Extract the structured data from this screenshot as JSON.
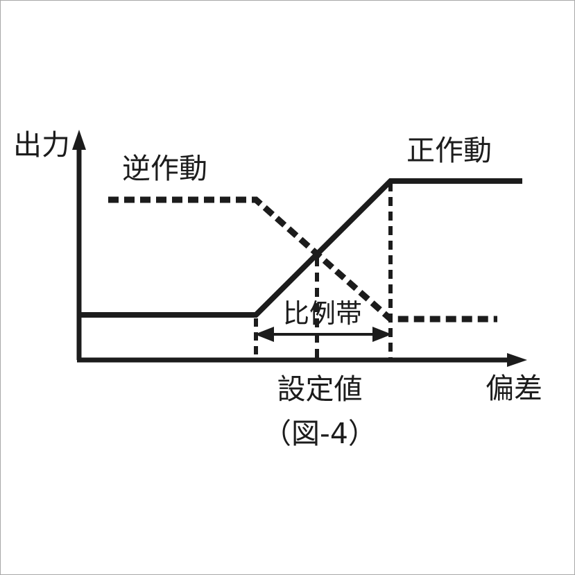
{
  "figure": {
    "caption": "（図-4）",
    "axes": {
      "y_label": "出力",
      "x_label": "偏差",
      "y_axis_arrow_icon": "arrow-up-icon",
      "x_axis_arrow_icon": "arrow-right-icon"
    },
    "labels": {
      "reverse_action": "逆作動",
      "direct_action": "正作動",
      "proportional_band": "比例帯",
      "set_value": "設定値"
    },
    "colors": {
      "ink": "#1c1c1c",
      "background": "#ffffff",
      "frame": "#a8a8a8"
    }
  },
  "chart_data": {
    "type": "line",
    "title": "（図-4）",
    "xlabel": "偏差",
    "ylabel": "出力",
    "grid": false,
    "legend": "inline-annotations",
    "xlim": [
      0,
      100
    ],
    "ylim": [
      0,
      100
    ],
    "annotations": [
      {
        "text": "逆作動",
        "x": 20,
        "y": 88,
        "refers_to": "reverse-action-series"
      },
      {
        "text": "正作動",
        "x": 78,
        "y": 95,
        "refers_to": "direct-action-series"
      },
      {
        "text": "比例帯",
        "x": 50,
        "y": 22,
        "refers_to": "proportional-band-span"
      },
      {
        "text": "設定値",
        "x": 50,
        "y": -12,
        "refers_to": "setpoint-line"
      }
    ],
    "markers": {
      "setpoint_x": 50,
      "band_start_x": 36,
      "band_end_x": 66,
      "band_arrow_y": 11,
      "output_min": 17,
      "output_max": 80,
      "crossing_point": {
        "x": 50,
        "y": 48
      }
    },
    "series": [
      {
        "name": "正作動",
        "style": "solid",
        "points": [
          {
            "x": 0,
            "y": 17
          },
          {
            "x": 36,
            "y": 17
          },
          {
            "x": 66,
            "y": 80
          },
          {
            "x": 100,
            "y": 80
          }
        ]
      },
      {
        "name": "逆作動",
        "style": "dashed",
        "points": [
          {
            "x": 6,
            "y": 80
          },
          {
            "x": 36,
            "y": 80
          },
          {
            "x": 66,
            "y": 17
          },
          {
            "x": 94,
            "y": 17
          }
        ]
      }
    ]
  }
}
